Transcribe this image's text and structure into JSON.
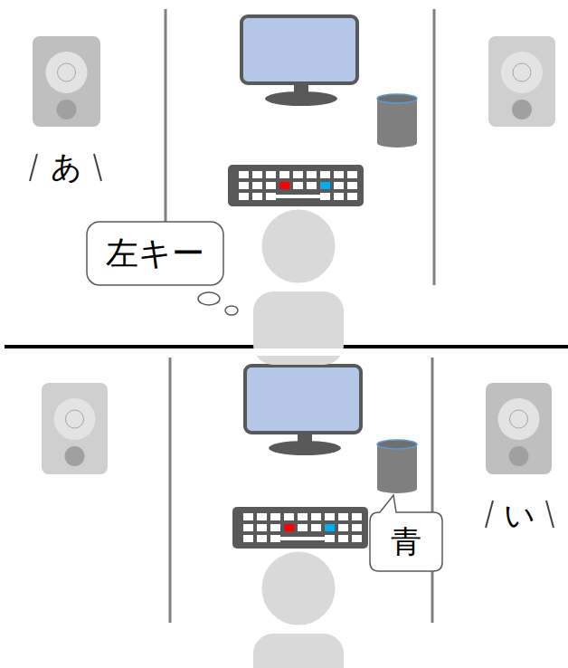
{
  "diagram": {
    "nodes": [
      {
        "text": [
          "左キー"
        ]
      },
      {
        "text": [
          "青"
        ]
      }
    ],
    "labels": [
      "あ",
      "い"
    ]
  }
}
